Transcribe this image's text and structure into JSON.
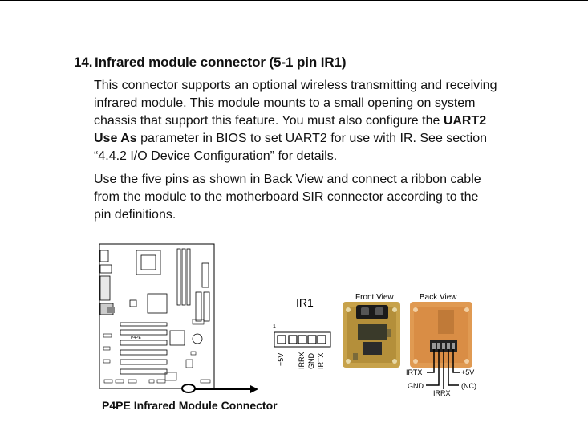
{
  "section": {
    "number": "14.",
    "title": "Infrared module connector (5-1 pin IR1)"
  },
  "paragraph1": {
    "line1": "This connector supports an optional wireless transmitting and receiving",
    "line2": "infrared module. This module mounts to a small opening on system",
    "line3a": "chassis that support this feature. You must also configure the ",
    "line3b": "UART2",
    "line4a": "Use As",
    "line4b": " parameter in BIOS to set UART2 for use with IR. See section",
    "line5": "“4.4.2 I/O Device Configuration” for details."
  },
  "paragraph2": {
    "line1": "Use the five pins as shown in Back View and connect a ribbon cable",
    "line2": "from the module to the motherboard SIR connector according to the",
    "line3": "pin definitions."
  },
  "figure": {
    "caption": "P4PE Infrared Module Connector",
    "board_label": "P4PE",
    "connector": {
      "title": "IR1",
      "pin1_marker": "1",
      "pins": [
        "+5V",
        "IRRX",
        "GND",
        "IRTX"
      ]
    },
    "front_view_label": "Front View",
    "back_view_label": "Back View",
    "back_pins": {
      "irtx": "IRTX",
      "gnd": "GND",
      "irrx": "IRRX",
      "plus5v": "+5V",
      "nc": "(NC)"
    }
  }
}
